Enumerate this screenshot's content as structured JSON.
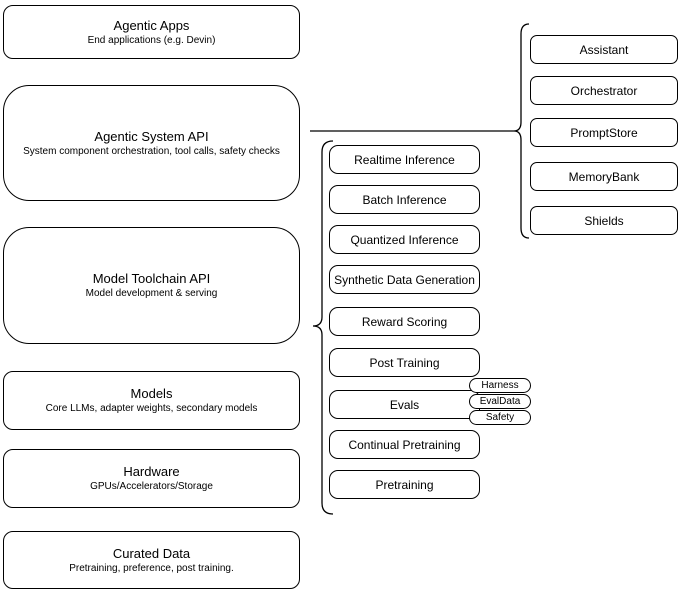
{
  "diagram": {
    "left_column": [
      {
        "title": "Agentic Apps",
        "subtitle": "End applications (e.g. Devin)"
      },
      {
        "title": "Agentic System API",
        "subtitle": "System component orchestration, tool calls, safety checks"
      },
      {
        "title": "Model Toolchain API",
        "subtitle": "Model development & serving"
      },
      {
        "title": "Models",
        "subtitle": "Core LLMs, adapter weights, secondary models"
      },
      {
        "title": "Hardware",
        "subtitle": "GPUs/Accelerators/Storage"
      },
      {
        "title": "Curated Data",
        "subtitle": "Pretraining, preference, post training."
      }
    ],
    "toolchain_services": [
      "Realtime Inference",
      "Batch Inference",
      "Quantized Inference",
      "Synthetic Data Generation",
      "Reward Scoring",
      "Post Training",
      "Evals",
      "Continual Pretraining",
      "Pretraining"
    ],
    "system_components": [
      "Assistant",
      "Orchestrator",
      "PromptStore",
      "MemoryBank",
      "Shields"
    ],
    "evals_tags": [
      "Harness",
      "EvalData",
      "Safety"
    ],
    "colors": {
      "stroke": "#000000",
      "fill": "#ffffff",
      "text": "#000000"
    }
  }
}
